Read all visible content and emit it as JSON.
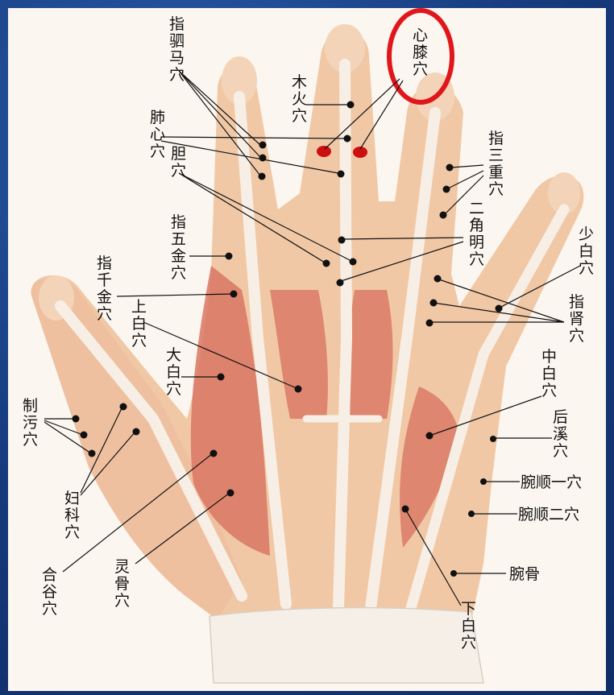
{
  "colors": {
    "frame": "#1a3f82",
    "panel": "#fbf6ef",
    "skin": "#f1c8a6",
    "muscle": "#d97563",
    "tendon": "#f7efe6",
    "highlight_circle": "#e0161b",
    "highlight_dots": "#cc1010",
    "ink": "#111111"
  },
  "labels": {
    "zhi_si_ma": "指驷马穴",
    "fei_xin": "肺心穴",
    "dan": "胆穴",
    "mu_huo": "木火穴",
    "xin_xi": "心膝穴",
    "zhi_san_chong": "指三重穴",
    "er_jiao_ming": "二角明穴",
    "zhi_wu_jin": "指五金穴",
    "zhi_qian_jin": "指千金穴",
    "shao_bai": "少白穴",
    "zhi_shen": "指肾穴",
    "shang_bai": "上白穴",
    "da_bai": "大白穴",
    "zhong_bai": "中白穴",
    "hou_xi": "后溪穴",
    "wan_shun_yi": "腕顺一穴",
    "wan_shun_er": "腕顺二穴",
    "wan_gu": "腕骨",
    "zhi_wu": "制污穴",
    "fu_ke": "妇科穴",
    "he_gu": "合谷穴",
    "ling_gu": "灵骨穴",
    "xia_bai": "下白穴"
  }
}
